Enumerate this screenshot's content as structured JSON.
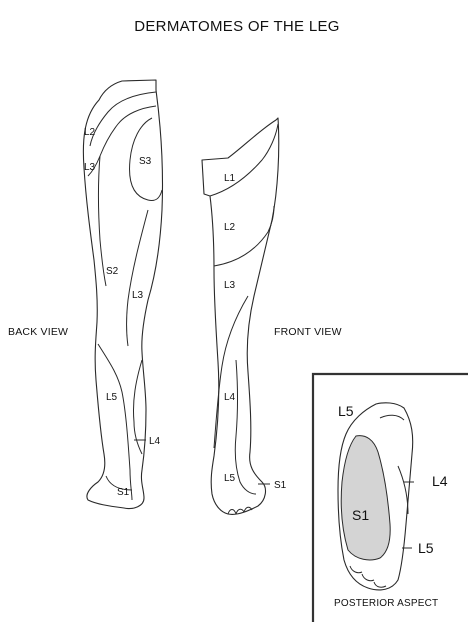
{
  "title": "DERMATOMES OF THE LEG",
  "views": {
    "back": "BACK VIEW",
    "front": "FRONT VIEW",
    "posterior": "POSTERIOR ASPECT"
  },
  "back_labels": {
    "l2": "L2",
    "l3_upper": "L3",
    "s3": "S3",
    "s2": "S2",
    "l3_lower": "L3",
    "l5": "L5",
    "l4": "L4",
    "s1": "S1"
  },
  "front_labels": {
    "l1": "L1",
    "l2": "L2",
    "l3": "L3",
    "l4": "L4",
    "l5": "L5",
    "s1": "S1"
  },
  "foot_labels": {
    "l5_top": "L5",
    "l4": "L4",
    "s1": "S1",
    "l5_bottom": "L5"
  },
  "colors": {
    "line": "#2a2a2a",
    "s1_shade": "#d4d4d4",
    "background": "#ffffff"
  }
}
